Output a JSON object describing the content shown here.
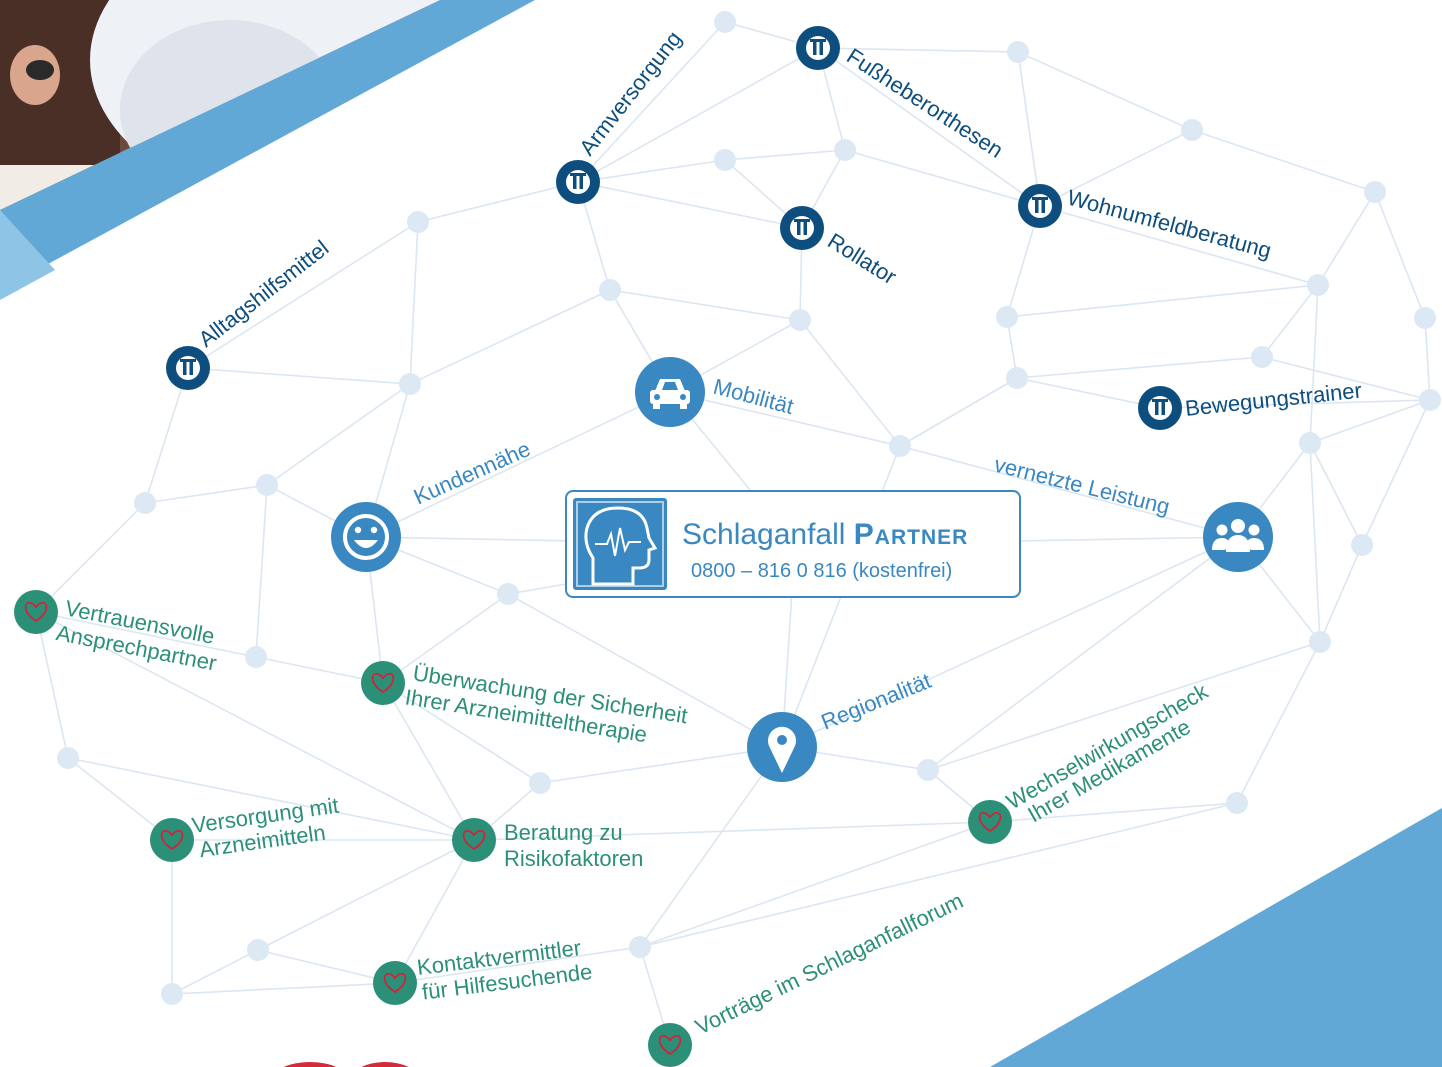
{
  "colors": {
    "accent_blue": "#3a88c2",
    "dark_blue": "#0e4e7e",
    "teal": "#2c9079",
    "heart_red": "#c8283a",
    "edge": "#dce6f2",
    "node_grey": "#dde8f5",
    "banner_blue": "#62a8d6"
  },
  "center": {
    "brand_main": "Schlaganfall",
    "brand_partner": "Partner",
    "phone": "0800 – 816 0 816 (kostenfrei)"
  },
  "hub_labels": {
    "kundennaehe": "Kundennähe",
    "mobilitaet": "Mobilität",
    "vernetzte": "vernetzte Leistung",
    "regionalitaet": "Regionalität"
  },
  "product_labels": {
    "armversorgung": "Armversorgung",
    "fussheber": "Fußheberorthesen",
    "wohnumfeld": "Wohnumfeldberatung",
    "rollator": "Rollator",
    "alltag": "Alltagshilfsmittel",
    "bewegung": "Bewegungstrainer"
  },
  "service_labels": {
    "vertrauen": [
      "Vertrauensvolle",
      "Ansprechpartner"
    ],
    "ueberwachung": [
      "Überwachung der Sicherheit",
      "Ihrer Arzneimitteltherapie"
    ],
    "versorgung": [
      "Versorgung mit",
      "Arzneimitteln"
    ],
    "beratung": [
      "Beratung zu",
      "Risikofaktoren"
    ],
    "wechsel": [
      "Wechselwirkungscheck",
      "Ihrer Medikamente"
    ],
    "kontakt": [
      "Kontaktvermittler",
      "für Hilfesuchende"
    ],
    "vortraege": [
      "Vorträge im Schlaganfallforum"
    ]
  },
  "icons": {
    "center": "head-profile-icon",
    "kundennaehe": "smiley-icon",
    "mobilitaet": "car-icon",
    "vernetzte": "people-group-icon",
    "regionalitaet": "location-pin-icon",
    "product": "orthopedic-logo-icon",
    "service": "heart-icon"
  }
}
